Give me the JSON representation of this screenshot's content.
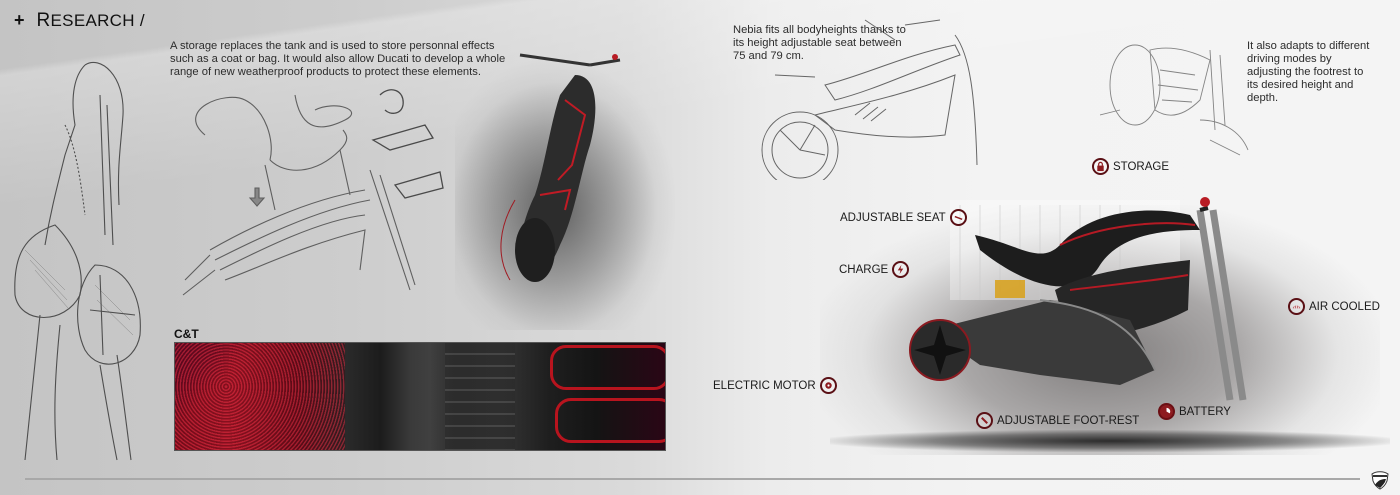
{
  "header": {
    "plus": "+",
    "title_initial": "R",
    "title_rest": "ESEARCH /"
  },
  "paragraphs": {
    "storage": "A storage replaces the tank and is used to store personnal effects such as a coat or bag. It would also allow Ducati to develop a whole range of new weatherproof products to protect these elements.",
    "nebia": "Nebia fits all bodyheights thanks to its height adjustable seat between 75 and 79 cm.",
    "adapts": "It also adapts to different driving modes by adjusting the footrest to its desired height and depth."
  },
  "materials": {
    "label": "C&T"
  },
  "callouts": [
    {
      "id": "storage",
      "label": "STORAGE",
      "icon": "lock-icon"
    },
    {
      "id": "adjustable-seat",
      "label": "ADJUSTABLE SEAT",
      "icon": "seat-icon"
    },
    {
      "id": "charge",
      "label": "CHARGE",
      "icon": "lightning-icon"
    },
    {
      "id": "air-cooled",
      "label": "AIR COOLED",
      "icon": "fan-icon"
    },
    {
      "id": "electric-motor",
      "label": "ELECTRIC MOTOR",
      "icon": "motor-icon"
    },
    {
      "id": "adjustable-foot-rest",
      "label": "ADJUSTABLE FOOT-REST",
      "icon": "footrest-icon"
    },
    {
      "id": "battery",
      "label": "BATTERY",
      "icon": "battery-gauge-icon"
    }
  ],
  "colors": {
    "accent_red": "#8e1b20",
    "icon_ring": "#5a1015",
    "text": "#2a2a2a"
  },
  "footer": {
    "logo": "ducati-shield-logo"
  }
}
